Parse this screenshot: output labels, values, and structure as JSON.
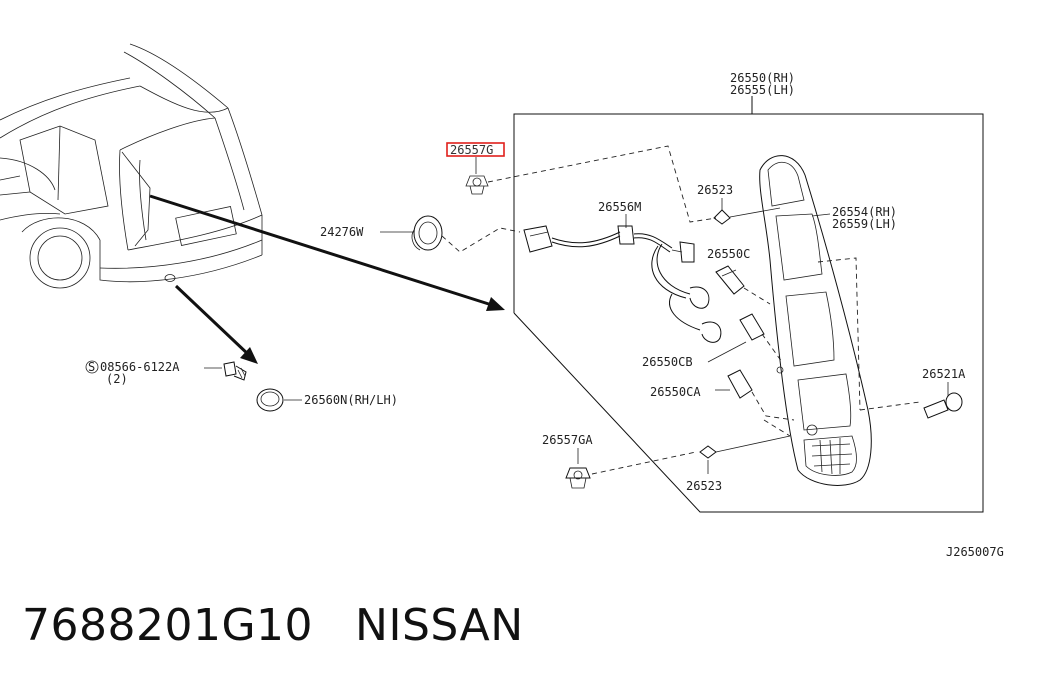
{
  "diagram": {
    "labels": {
      "assembly_rh": "26550(RH)",
      "assembly_lh": "26555(LH)",
      "highlighted_part": "26557G",
      "grommet": "24276W",
      "harness": "26556M",
      "screw_top": "26523",
      "lens_rh": "26554(RH)",
      "lens_lh": "26559(LH)",
      "socket_c": "26550C",
      "socket_cb": "26550CB",
      "socket_ca": "26550CA",
      "bolt": "26521A",
      "clip_ga": "26557GA",
      "screw_bottom": "26523",
      "screw_spec": "08566-6122A",
      "screw_qty": "(2)",
      "screw_prefix": "S",
      "cover": "26560N(RH/LH)",
      "diagram_code": "J265007G"
    },
    "highlight_color": "#e0201c"
  },
  "footer": {
    "part_number": "7688201G10",
    "brand": "NISSAN"
  }
}
